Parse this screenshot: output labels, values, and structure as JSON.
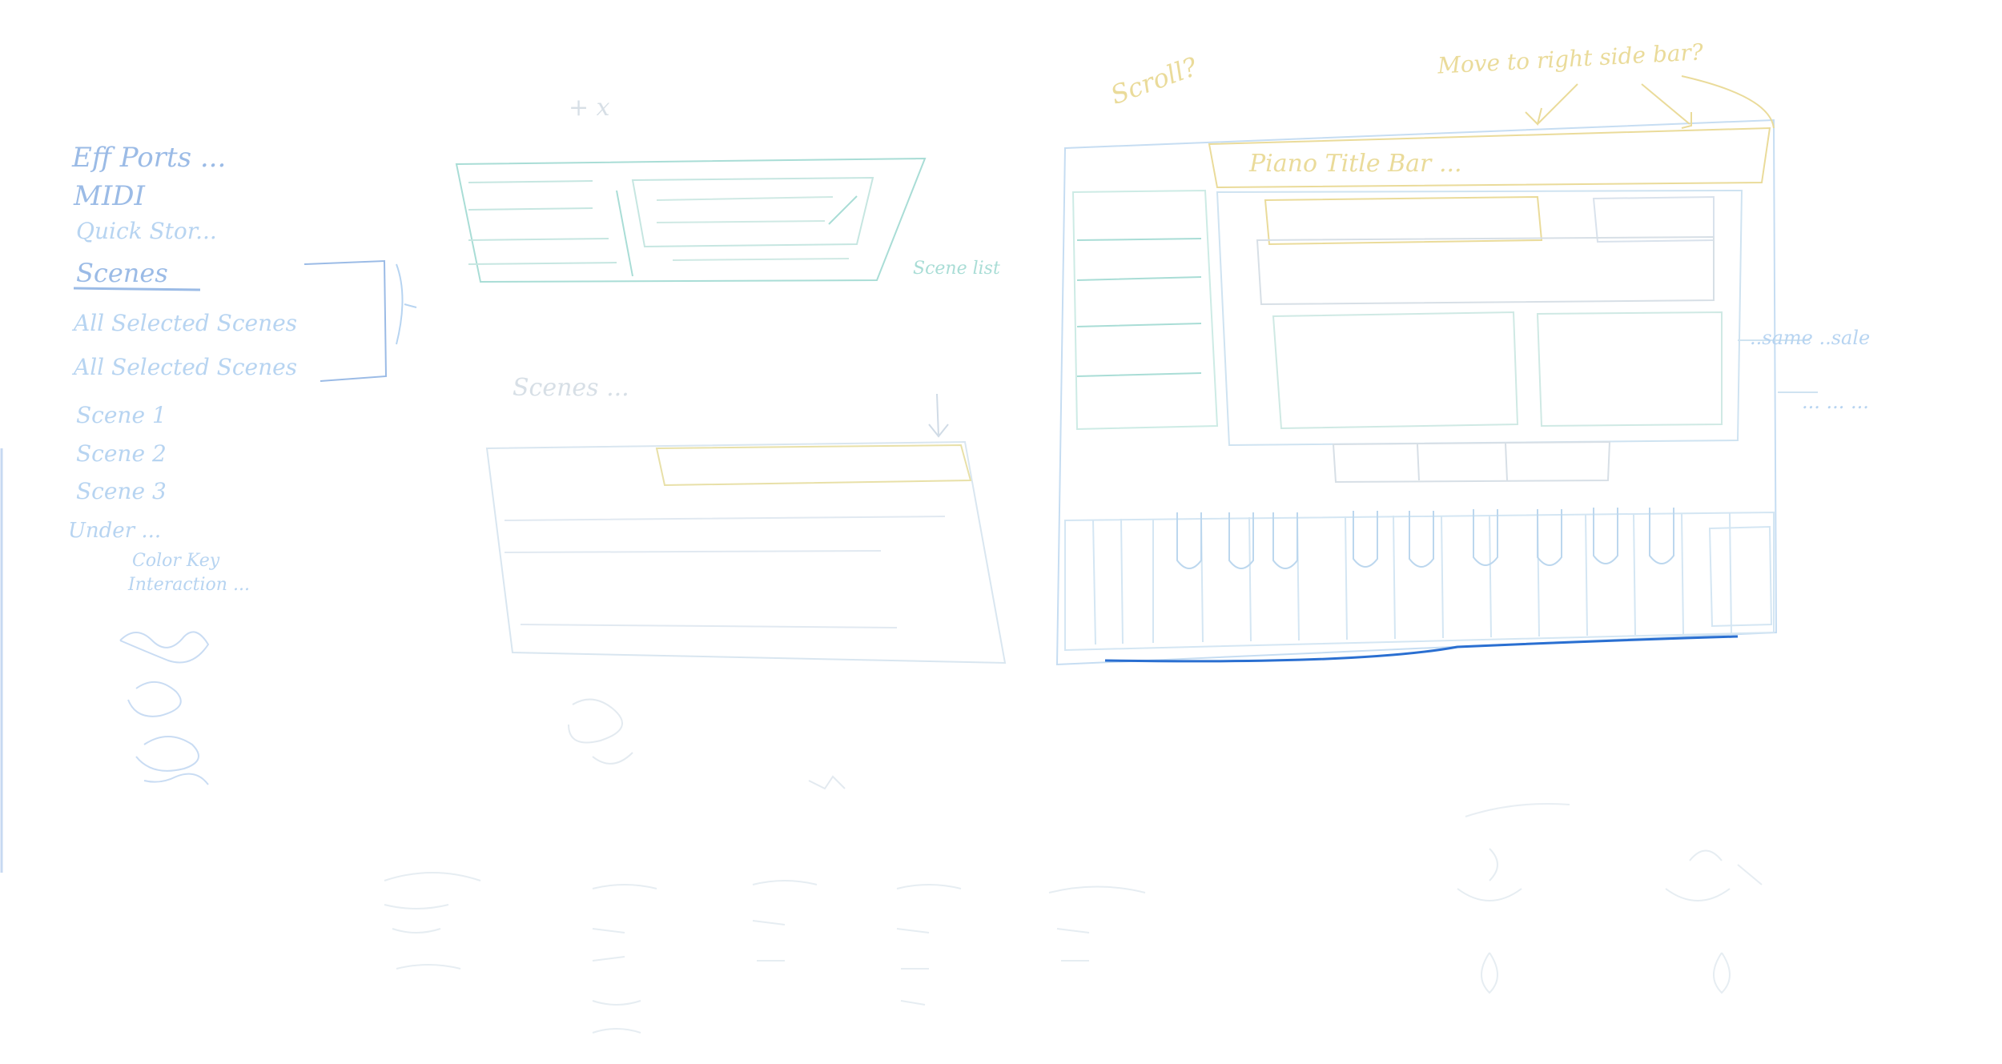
{
  "left_list": {
    "items": [
      "Eff Ports ...",
      "MIDI",
      "Quick Stor...",
      "Scenes",
      "All Selected Scenes",
      "All Selected Scenes",
      "Scene 1",
      "Scene 2",
      "Scene 3",
      "Under ..."
    ],
    "sub_items": [
      "Color Key",
      "Interaction ..."
    ]
  },
  "middle": {
    "box_label": "Scenes ...",
    "corner_mark": "+ x",
    "side_note": "Scene list"
  },
  "right": {
    "top_note_left": "Scroll?",
    "top_note_right": "Move to right side bar?",
    "title_bar": "Piano Title Bar ...",
    "note_right_1": "..same ..sale",
    "note_right_2": "... ... ..."
  },
  "colors": {
    "ink_blue": "#9bbbe6",
    "ink_yellow": "#eadb9a",
    "ink_teal": "#a9ddd6",
    "ink_deep_blue": "#2a6fd1",
    "ink_grey": "#d7dfe6"
  }
}
